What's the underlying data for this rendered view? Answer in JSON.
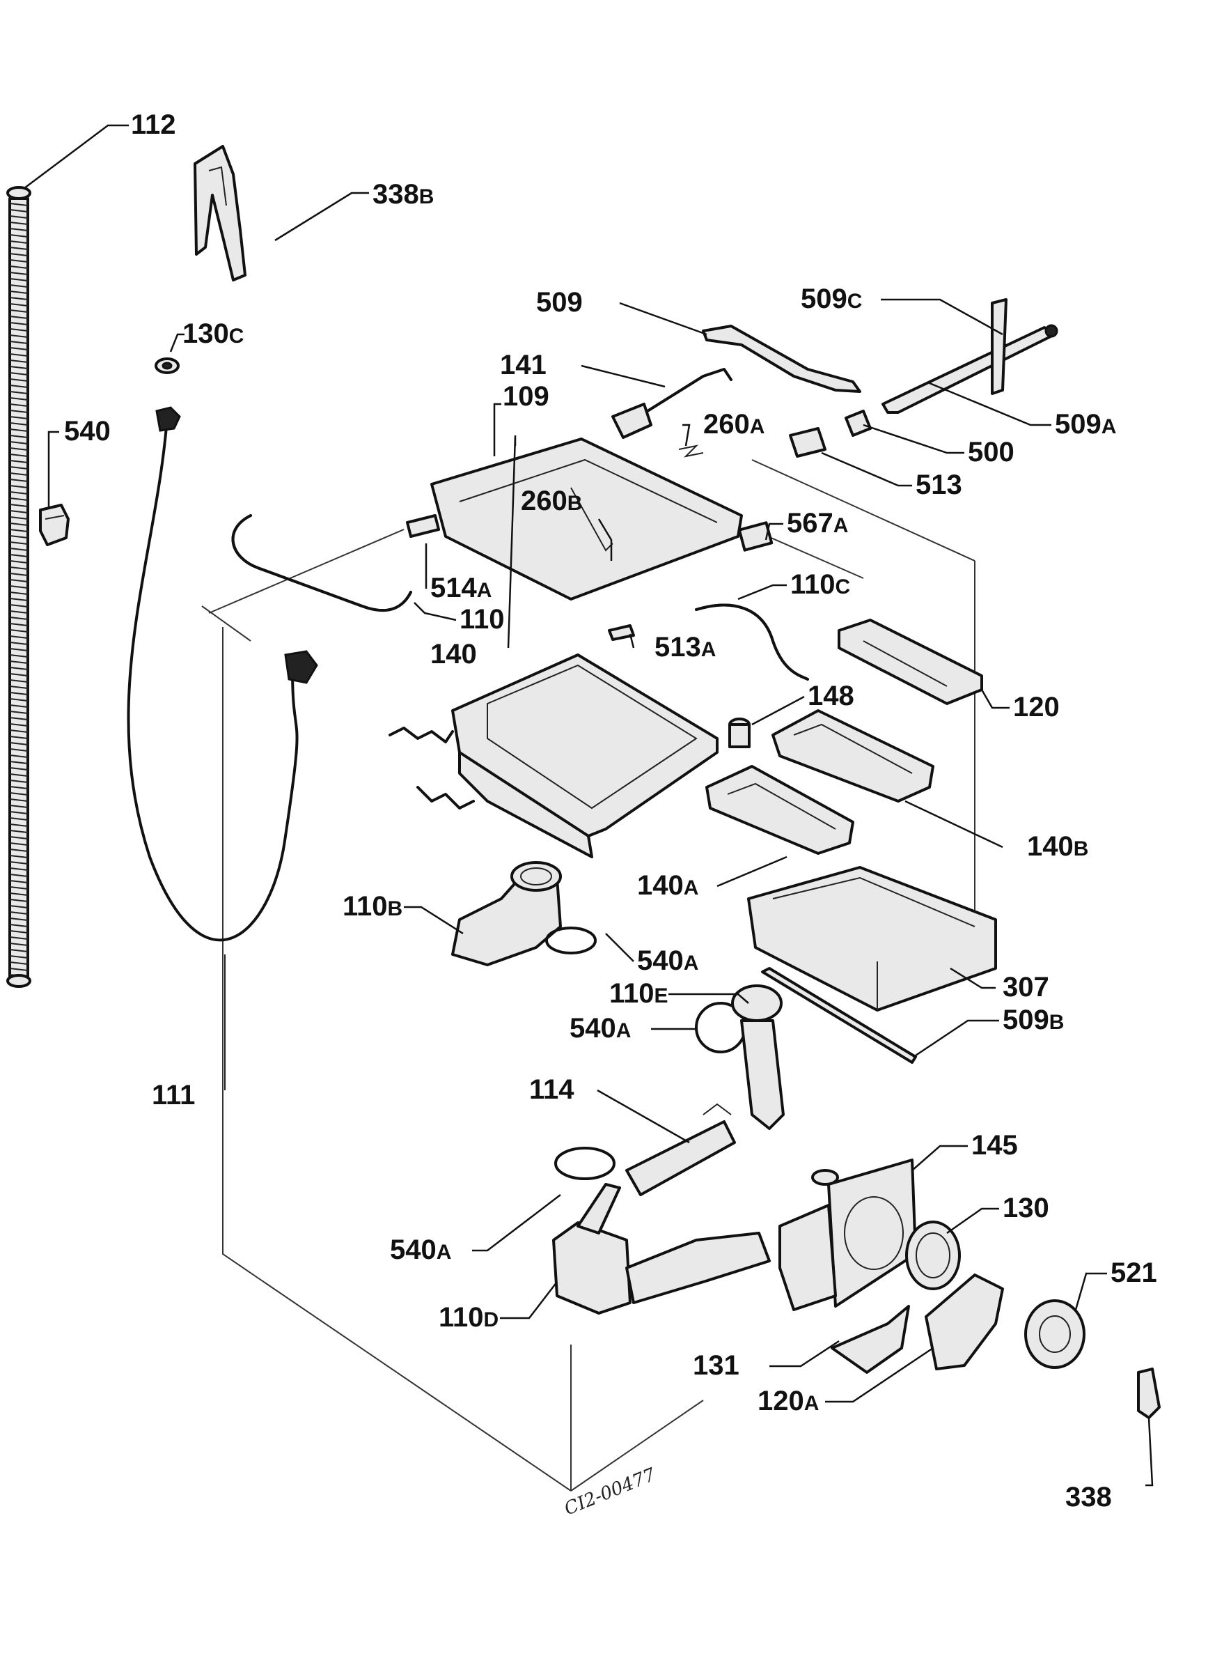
{
  "diagram": {
    "drawing_code": "CI2-00477",
    "labels": [
      {
        "id": "112",
        "num": "112",
        "suf": ""
      },
      {
        "id": "338b",
        "num": "338",
        "suf": "B"
      },
      {
        "id": "130c",
        "num": "130",
        "suf": "C"
      },
      {
        "id": "540",
        "num": "540",
        "suf": ""
      },
      {
        "id": "509",
        "num": "509",
        "suf": ""
      },
      {
        "id": "509c",
        "num": "509",
        "suf": "C"
      },
      {
        "id": "141",
        "num": "141",
        "suf": ""
      },
      {
        "id": "109",
        "num": "109",
        "suf": ""
      },
      {
        "id": "260a",
        "num": "260",
        "suf": "A"
      },
      {
        "id": "509a",
        "num": "509",
        "suf": "A"
      },
      {
        "id": "500",
        "num": "500",
        "suf": ""
      },
      {
        "id": "513",
        "num": "513",
        "suf": ""
      },
      {
        "id": "260b",
        "num": "260",
        "suf": "B"
      },
      {
        "id": "567a",
        "num": "567",
        "suf": "A"
      },
      {
        "id": "514a",
        "num": "514",
        "suf": "A"
      },
      {
        "id": "110",
        "num": "110",
        "suf": ""
      },
      {
        "id": "110c",
        "num": "110",
        "suf": "C"
      },
      {
        "id": "140",
        "num": "140",
        "suf": ""
      },
      {
        "id": "513a",
        "num": "513",
        "suf": "A"
      },
      {
        "id": "120",
        "num": "120",
        "suf": ""
      },
      {
        "id": "148",
        "num": "148",
        "suf": ""
      },
      {
        "id": "140b",
        "num": "140",
        "suf": "B"
      },
      {
        "id": "140a",
        "num": "140",
        "suf": "A"
      },
      {
        "id": "110b",
        "num": "110",
        "suf": "B"
      },
      {
        "id": "540a_1",
        "num": "540",
        "suf": "A"
      },
      {
        "id": "307",
        "num": "307",
        "suf": ""
      },
      {
        "id": "110e",
        "num": "110",
        "suf": "E"
      },
      {
        "id": "509b",
        "num": "509",
        "suf": "B"
      },
      {
        "id": "540a_2",
        "num": "540",
        "suf": "A"
      },
      {
        "id": "111",
        "num": "111",
        "suf": ""
      },
      {
        "id": "114",
        "num": "114",
        "suf": ""
      },
      {
        "id": "145",
        "num": "145",
        "suf": ""
      },
      {
        "id": "130",
        "num": "130",
        "suf": ""
      },
      {
        "id": "540a_3",
        "num": "540",
        "suf": "A"
      },
      {
        "id": "521",
        "num": "521",
        "suf": ""
      },
      {
        "id": "110d",
        "num": "110",
        "suf": "D"
      },
      {
        "id": "131",
        "num": "131",
        "suf": ""
      },
      {
        "id": "120a",
        "num": "120",
        "suf": "A"
      },
      {
        "id": "338",
        "num": "338",
        "suf": ""
      }
    ]
  }
}
